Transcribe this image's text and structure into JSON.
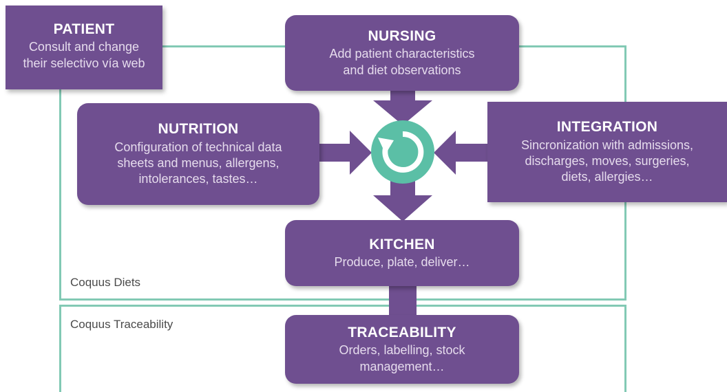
{
  "regions": {
    "diets_label": "Coquus Diets",
    "traceability_label": "Coquus Traceability"
  },
  "boxes": {
    "patient": {
      "title": "PATIENT",
      "desc": "Consult and change\ntheir selectivo vía web"
    },
    "nursing": {
      "title": "NURSING",
      "desc": "Add patient characteristics\nand diet observations"
    },
    "nutrition": {
      "title": "NUTRITION",
      "desc": "Configuration of technical data\nsheets and menus, allergens,\nintolerances, tastes…"
    },
    "integration": {
      "title": "INTEGRATION",
      "desc": "Sincronization with admissions,\ndischarges, moves, surgeries,\ndiets, allergies…"
    },
    "kitchen": {
      "title": "KITCHEN",
      "desc": "Produce, plate, deliver…"
    },
    "traceability": {
      "title": "TRACEABILITY",
      "desc": "Orders, labelling, stock\nmanagement…"
    }
  },
  "center": {
    "icon": "refresh-cycle-icon"
  },
  "colors": {
    "box_fill": "#6f4f90",
    "region_border": "#82c9b4",
    "center_circle": "#5bbfa6"
  }
}
